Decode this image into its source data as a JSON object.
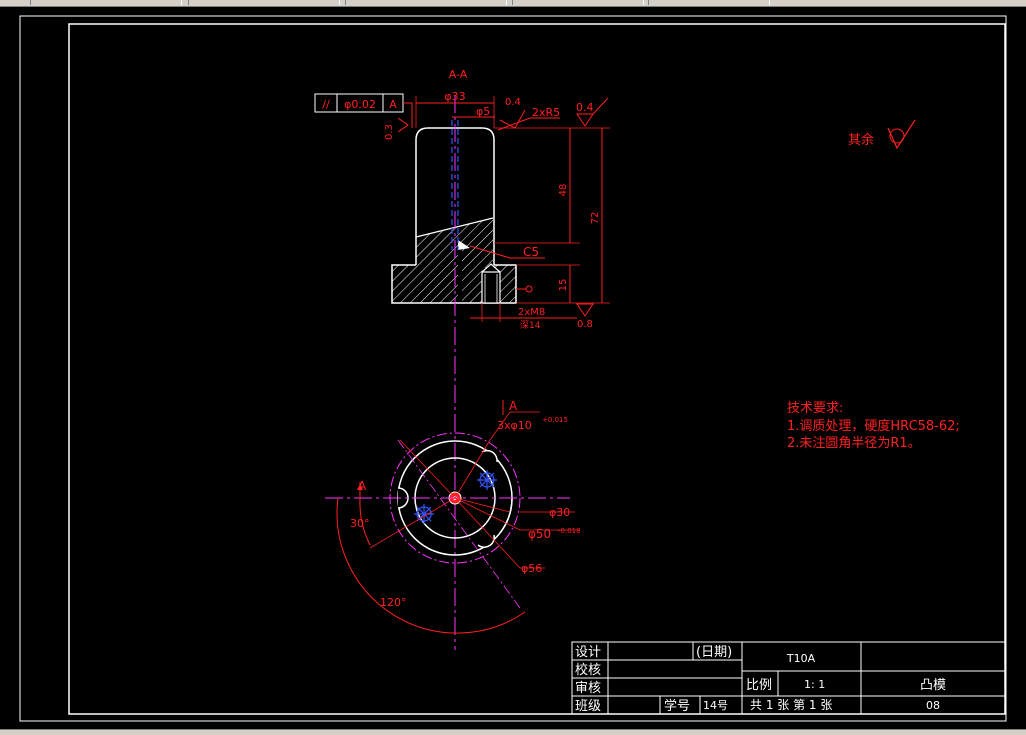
{
  "drawing": {
    "section_label": "A-A",
    "dims": {
      "dia_33": "φ33",
      "dia_5": "φ5",
      "radius_2xr5": "2xR5",
      "rough_03": "0.3",
      "rough_04a": "0.4",
      "rough_04b": "0.4",
      "rough_08": "0.8",
      "tol_flatness": "//",
      "tol_value": "φ0.02",
      "tol_datum": "A",
      "len_48": "48",
      "len_72": "72",
      "len_15": "15",
      "chamfer_c5": "C5",
      "thread_2xm8": "2xM8",
      "depth_14": "深14",
      "holes_3x10": "3xφ10",
      "holes_tol": "+0.015",
      "datum_a_top": "A",
      "datum_a_side": "A",
      "dia_30": "φ30",
      "dia_50": "φ50",
      "dia_50_tol": "-0.018",
      "dia_56": "φ56",
      "angle_30": "30°",
      "angle_120": "120°"
    },
    "other_surface": "其余",
    "tech_req": {
      "title": "技术要求:",
      "line1": "1.调质处理，硬度HRC58-62;",
      "line2": "2.未注圆角半径为R1。"
    }
  },
  "title_block": {
    "design": "设计",
    "check": "校核",
    "review": "审核",
    "class": "班级",
    "date": "(日期)",
    "material": "T10A",
    "scale_label": "比例",
    "scale_value": "1: 1",
    "part_name": "凸模",
    "student_no": "学号",
    "number": "14号",
    "sheets": "共 1 张 第 1 张",
    "drawing_no": "08"
  },
  "colors": {
    "background": "#000000",
    "outline": "#ffffff",
    "dimension": "#ff2020",
    "center_line": "#ff33ff",
    "hidden": "#3355ff",
    "ui_gray": "#d4d0c8"
  }
}
